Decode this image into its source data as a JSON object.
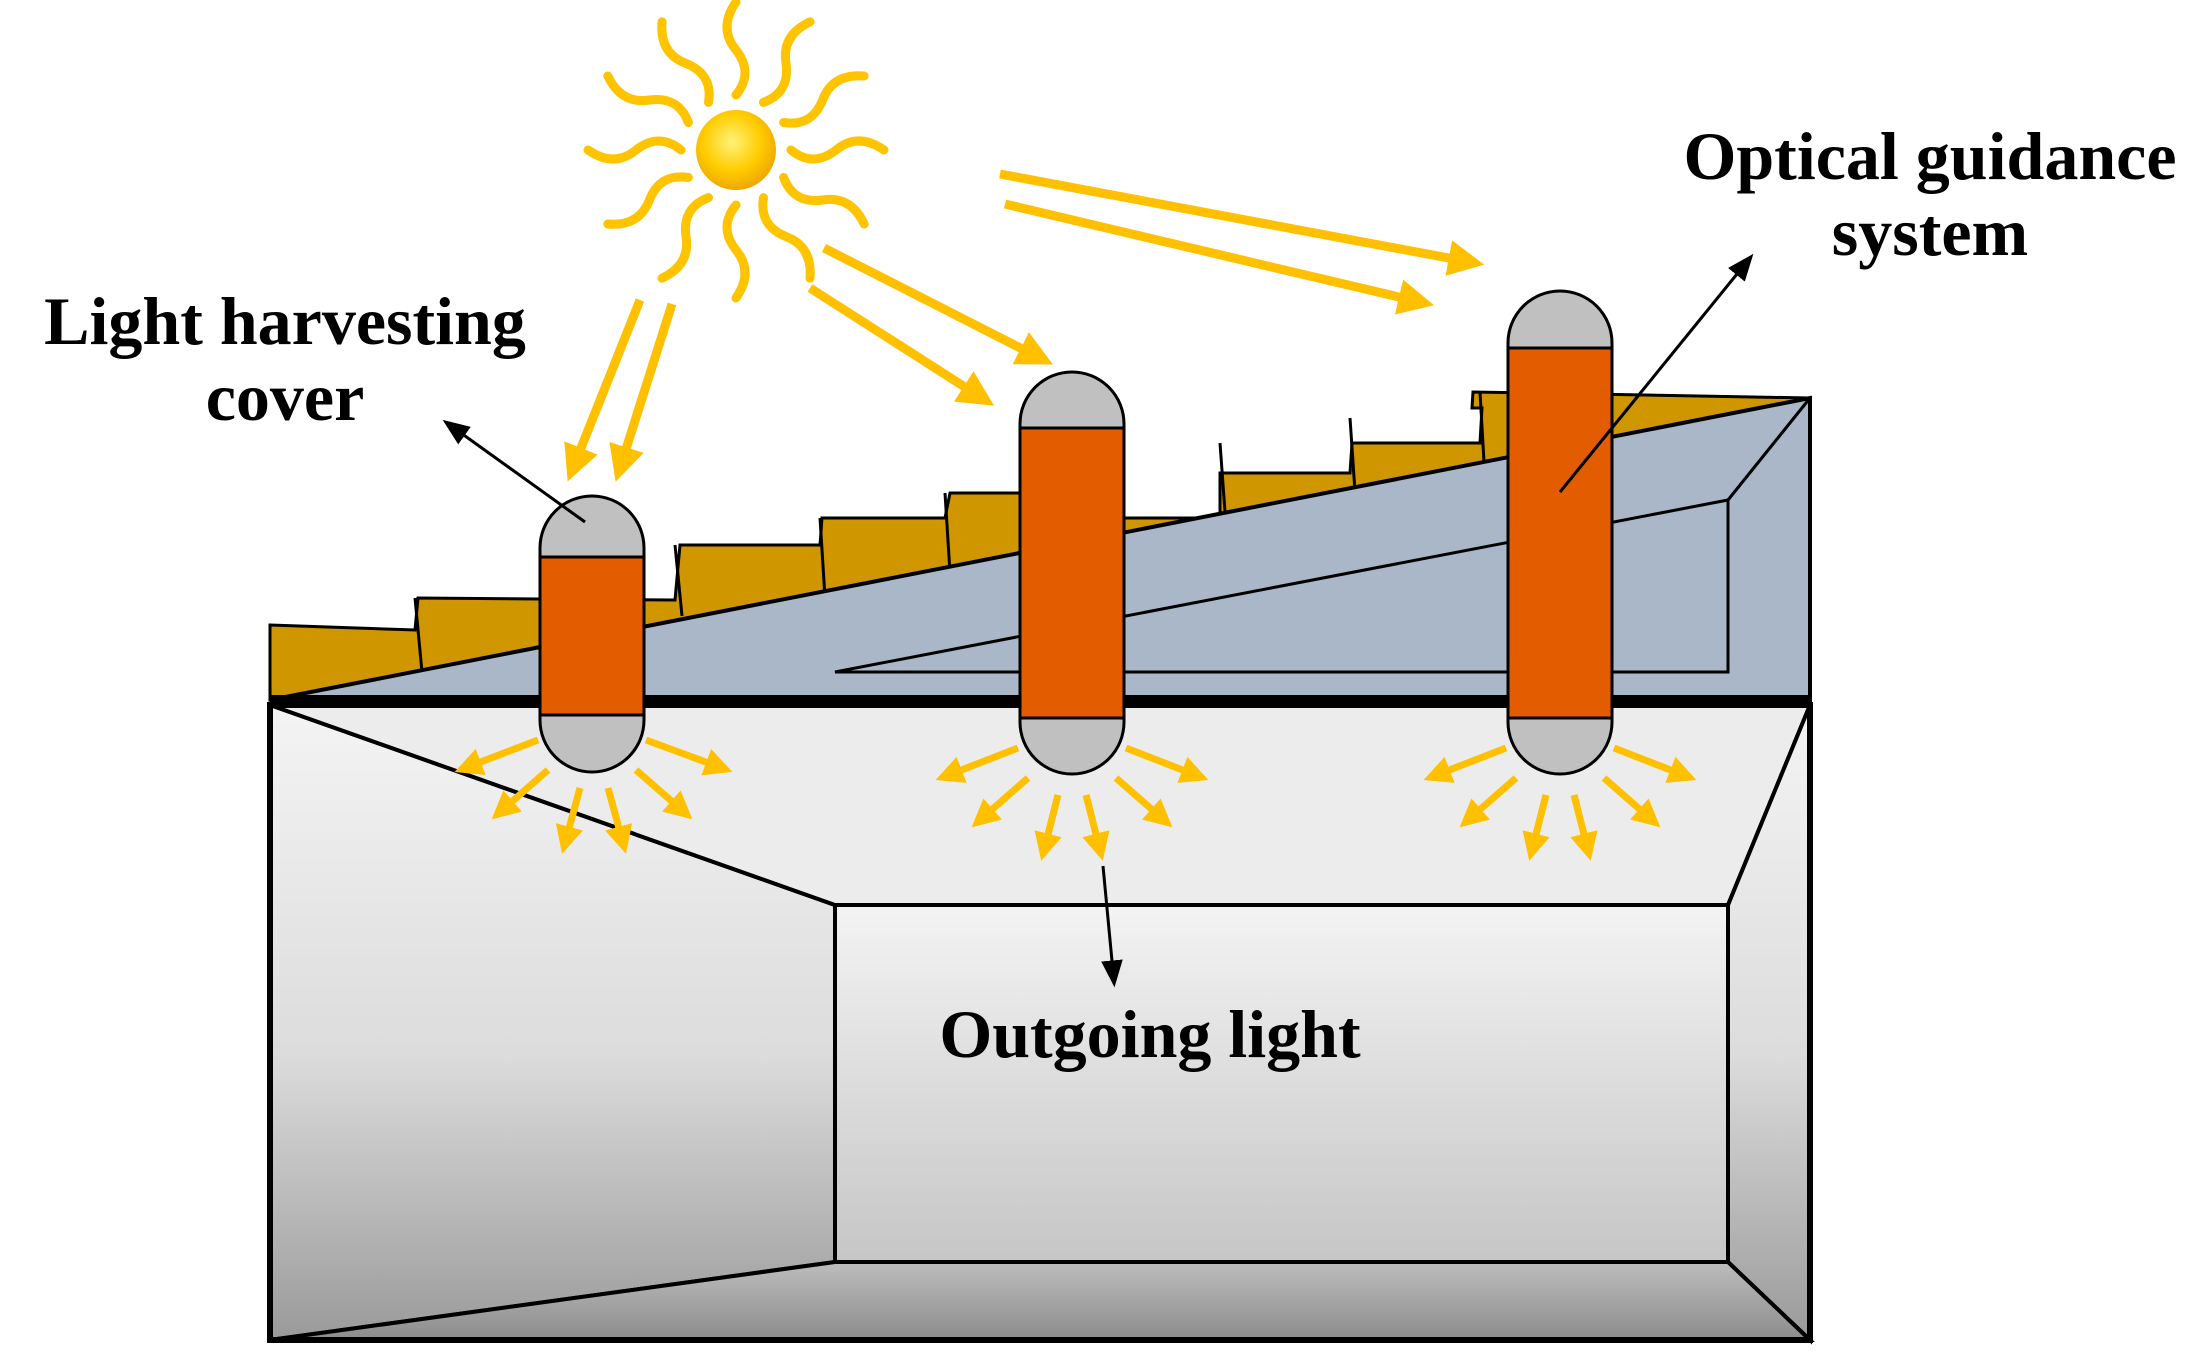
{
  "labels": {
    "light_harvesting_cover_line1": "Light harvesting",
    "light_harvesting_cover_line2": "cover",
    "optical_guidance_system_line1": "Optical guidance",
    "optical_guidance_system_line2": "system",
    "outgoing_light": "Outgoing light"
  },
  "colors": {
    "roof_fins": "#d09600",
    "glass_panel": "#a9b7c8",
    "room_wall": "#d6d6d6",
    "tube_body": "#e35d00",
    "tube_cap": "#c0c0c0",
    "light_ray": "#ffc000",
    "sun": "#ffcc00",
    "outline": "#000000"
  },
  "icons": {
    "sun": "sun-icon"
  }
}
